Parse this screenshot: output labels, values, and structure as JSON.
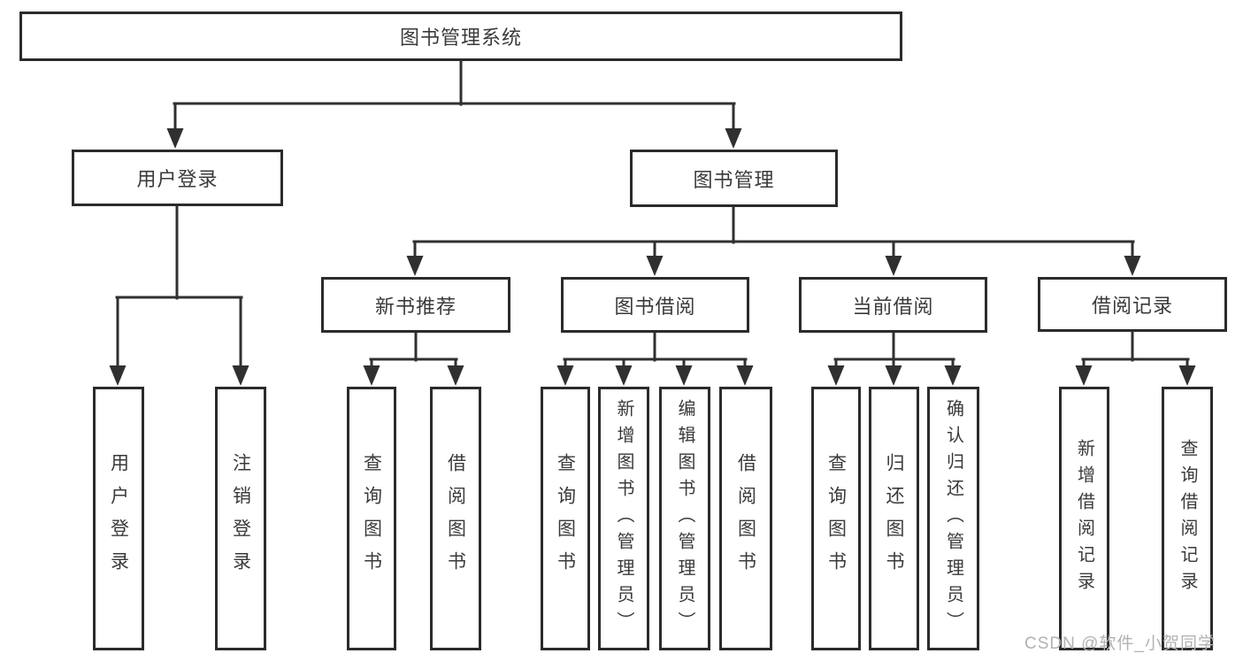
{
  "diagram_title": "图书管理系统",
  "colors": {
    "background": "#ffffff",
    "line": "#303030",
    "box_border": "#2b2b2b",
    "box_background": "#ffffff",
    "text": "#3a3a3a",
    "watermark": "#b2b2b2"
  },
  "watermark": {
    "text": "CSDN @软件_小贺同学"
  },
  "nodes": {
    "root": {
      "label": "图书管理系统",
      "level": 0
    },
    "user-login": {
      "label": "用户登录",
      "level": 1
    },
    "book-mgmt": {
      "label": "图书管理",
      "level": 1
    },
    "new-book-rec": {
      "label": "新书推荐",
      "level": 2
    },
    "book-borrow": {
      "label": "图书借阅",
      "level": 2
    },
    "current-borrow": {
      "label": "当前借阅",
      "level": 2
    },
    "borrow-record": {
      "label": "借阅记录",
      "level": 2
    },
    "leaf-user-login": {
      "label": "用户登录",
      "level": 3,
      "parent": "用户登录"
    },
    "leaf-logout": {
      "label": "注销登录",
      "level": 3,
      "parent": "用户登录"
    },
    "leaf-query-book-rec": {
      "label": "查询图书",
      "level": 3,
      "parent": "新书推荐"
    },
    "leaf-borrow-book-rec": {
      "label": "借阅图书",
      "level": 3,
      "parent": "新书推荐"
    },
    "leaf-query-book-borrow": {
      "label": "查询图书",
      "level": 3,
      "parent": "图书借阅"
    },
    "leaf-add-book": {
      "label": "新增图书（管理员）",
      "level": 3,
      "parent": "图书借阅"
    },
    "leaf-edit-book": {
      "label": "编辑图书（管理员）",
      "level": 3,
      "parent": "图书借阅"
    },
    "leaf-borrow-book": {
      "label": "借阅图书",
      "level": 3,
      "parent": "图书借阅"
    },
    "leaf-query-book-current": {
      "label": "查询图书",
      "level": 3,
      "parent": "当前借阅"
    },
    "leaf-return-book": {
      "label": "归还图书",
      "level": 3,
      "parent": "当前借阅"
    },
    "leaf-confirm-return": {
      "label": "确认归还（管理员）",
      "level": 3,
      "parent": "当前借阅"
    },
    "leaf-add-record": {
      "label": "新增借阅记录",
      "level": 3,
      "parent": "借阅记录"
    },
    "leaf-query-record": {
      "label": "查询借阅记录",
      "level": 3,
      "parent": "借阅记录"
    }
  }
}
